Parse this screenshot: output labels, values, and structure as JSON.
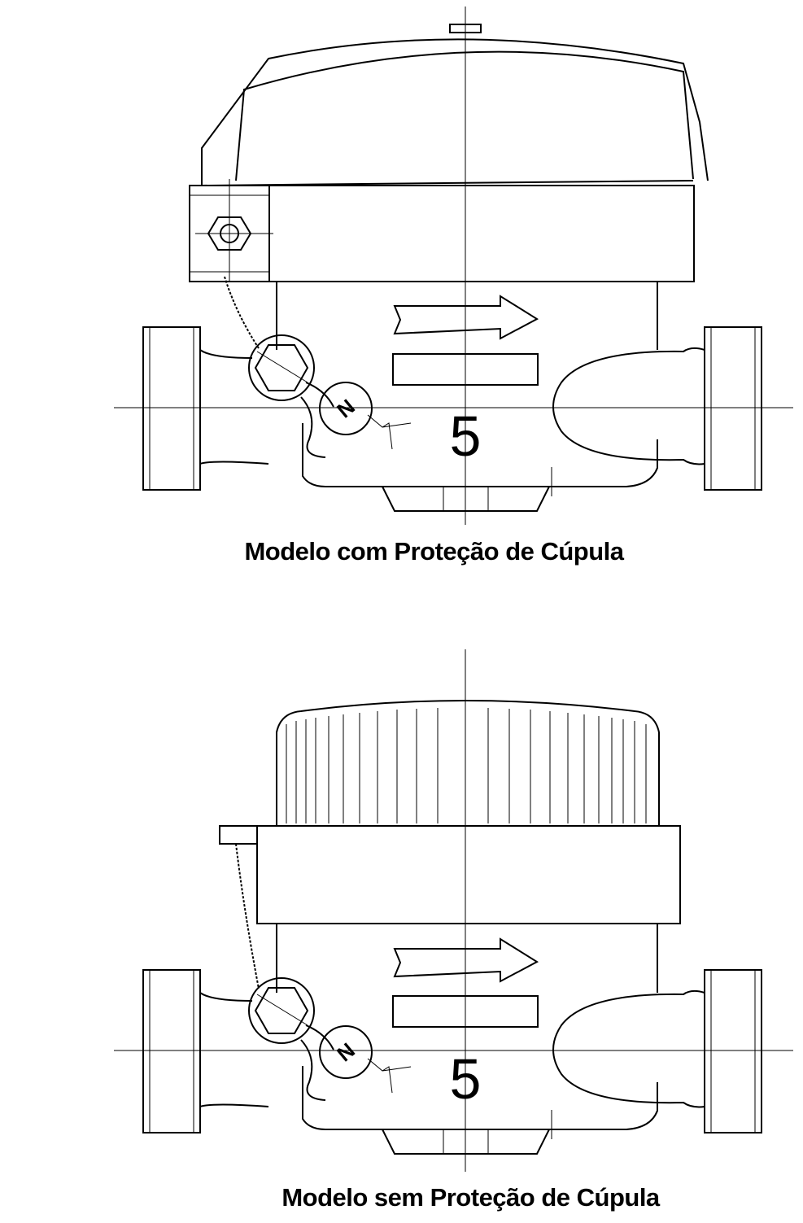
{
  "figures": [
    {
      "caption": "Modelo com Proteção de Cúpula",
      "digit": "5",
      "seal_letter": "N"
    },
    {
      "caption": "Modelo sem Proteção de Cúpula",
      "digit": "5",
      "seal_letter": "N"
    }
  ]
}
